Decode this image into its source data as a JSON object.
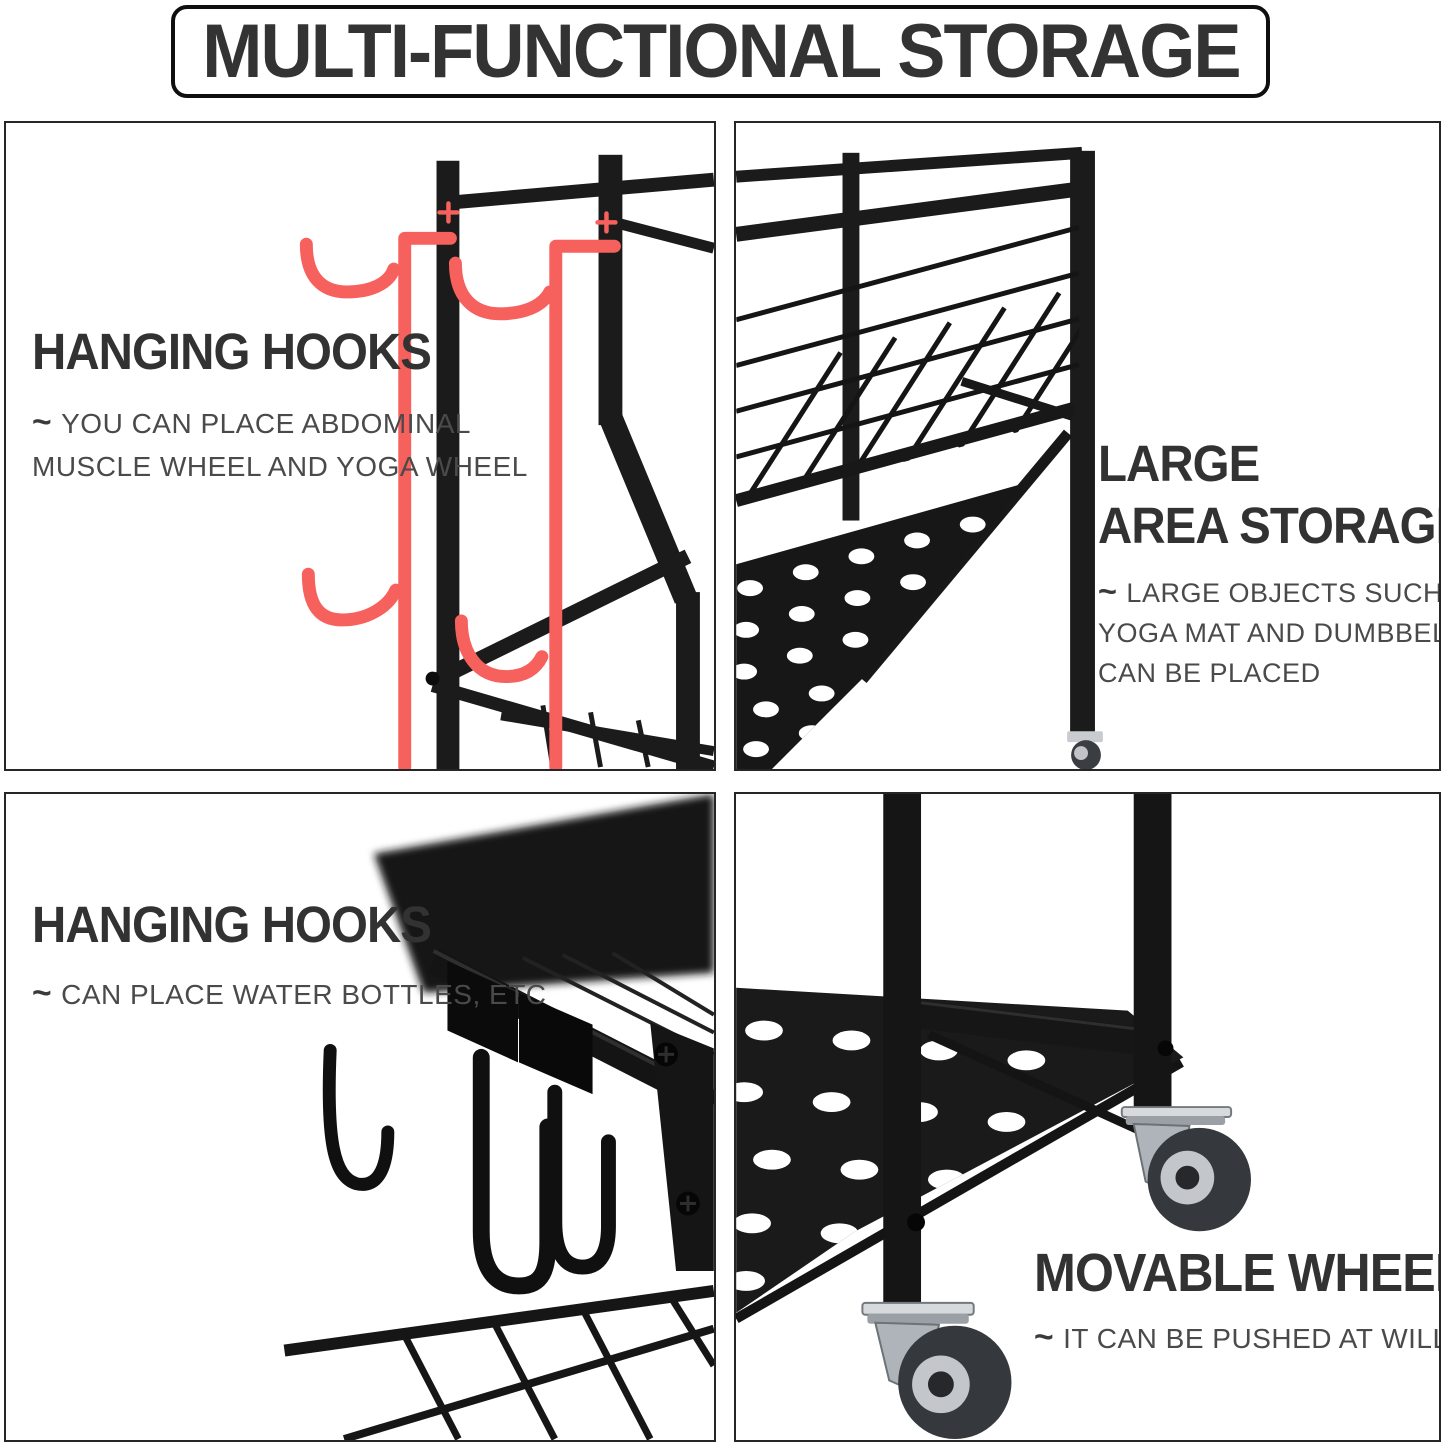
{
  "title": "MULTI-FUNCTIONAL STORAGE",
  "tilde": "~",
  "panels": {
    "top_left": {
      "heading": "HANGING HOOKS",
      "description_lines": [
        "YOU CAN PLACE ABDOMINAL",
        "MUSCLE WHEEL AND YOGA WHEEL"
      ]
    },
    "top_right": {
      "heading_lines": [
        "LARGE",
        "AREA STORAGE"
      ],
      "description_lines": [
        "LARGE OBJECTS SUCH AS",
        "YOGA MAT AND DUMBBELL",
        "CAN BE PLACED"
      ]
    },
    "bottom_left": {
      "heading": "HANGING HOOKS",
      "description_lines": [
        "CAN PLACE WATER BOTTLES, ETC"
      ]
    },
    "bottom_right": {
      "heading": "MOVABLE WHEELS",
      "description_lines": [
        "IT CAN BE PUSHED AT WILL"
      ]
    }
  },
  "colors": {
    "accent_red": "#f6605d",
    "metal_black": "#1b1b1b",
    "heading_text": "#323232",
    "body_text": "#4a4a4a",
    "caster_silver": "#c3c7cb",
    "wheel_gray": "#35383c"
  }
}
